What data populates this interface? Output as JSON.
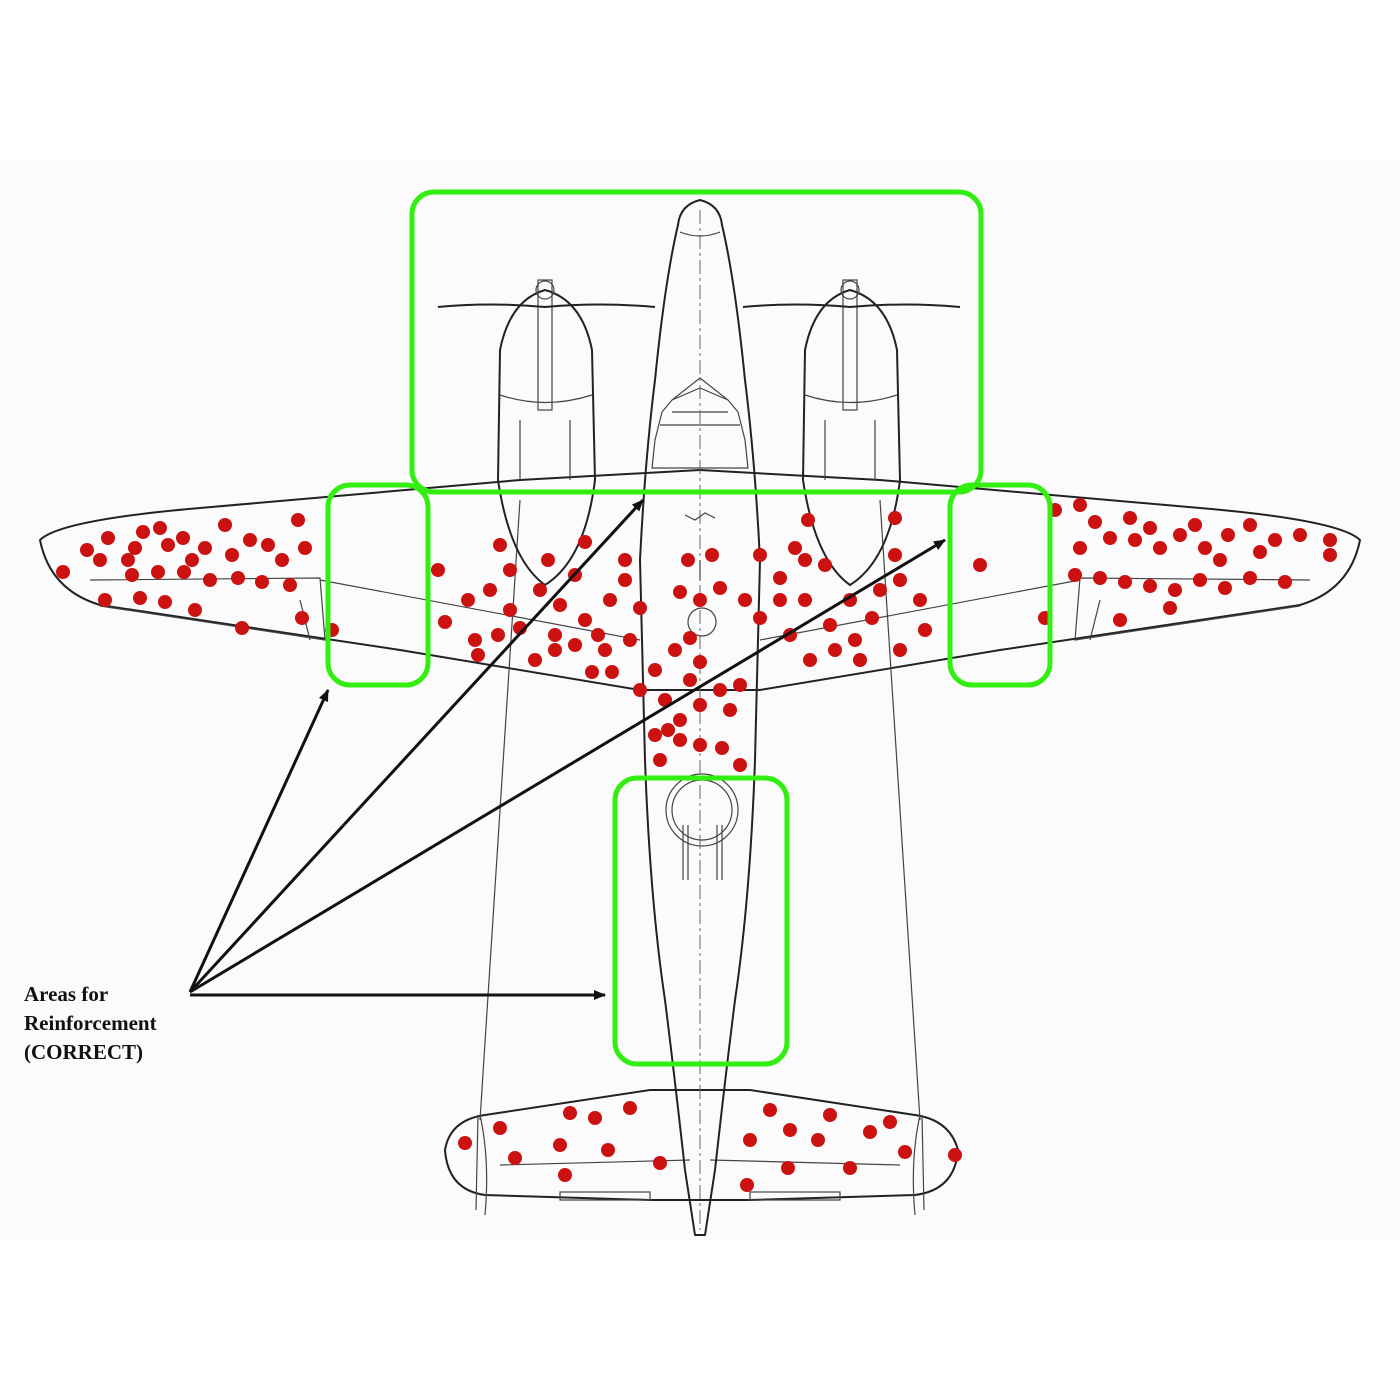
{
  "caption": {
    "lines": [
      "Areas for",
      "Reinforcement",
      "(CORRECT)"
    ]
  },
  "colors": {
    "zone": "#33ee11",
    "hit": "#cc1111",
    "ink": "#222222",
    "arrow": "#111111"
  },
  "zones": [
    "nose-and-engines",
    "left-wing-engine-section",
    "right-wing-engine-section",
    "rear-fuselage"
  ]
}
